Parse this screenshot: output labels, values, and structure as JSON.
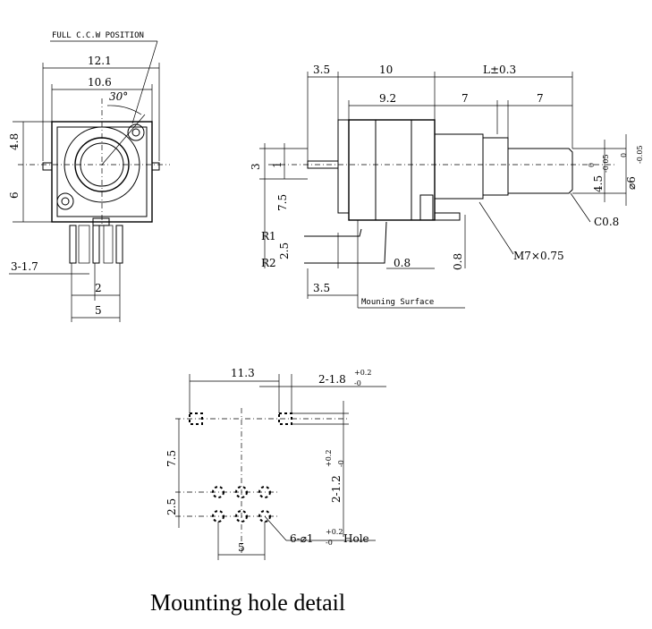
{
  "front_view": {
    "callout": "FULL C.C.W POSITION",
    "dim_width_outer": "12.1",
    "dim_width_inner": "10.6",
    "dim_angle": "30°",
    "dim_top": "4.8",
    "dim_bottom": "6",
    "dim_pin_pitch": "3-1.7",
    "dim_pin_2": "2",
    "dim_pin_5": "5"
  },
  "side_view": {
    "dim_3_5_top": "3.5",
    "dim_10": "10",
    "dim_L": "L±0.3",
    "dim_9_2": "9.2",
    "dim_7a": "7",
    "dim_7b": "7",
    "dim_3": "3",
    "dim_1": "1",
    "dim_7_5": "7.5",
    "label_R1": "R1",
    "label_R2": "R2",
    "dim_2_5": "2.5",
    "dim_0_8a": "0.8",
    "dim_0_8b": "0.8",
    "dim_3_5_bottom": "3.5",
    "mounting_surface": "Mouning Surface",
    "thread": "M7×0.75",
    "chamfer": "C0.8",
    "shaft_flat_main": "4.5",
    "shaft_flat_tol_top": "0",
    "shaft_flat_tol_bot": "-0.05",
    "shaft_dia_main": "⌀6",
    "shaft_dia_tol_top": "0",
    "shaft_dia_tol_bot": "-0.05"
  },
  "hole_detail": {
    "dim_11_3": "11.3",
    "slot_w_main": "2-1.8",
    "slot_w_tol_top": "+0.2",
    "slot_w_tol_bot": "-0",
    "dim_7_5": "7.5",
    "dim_2_5": "2.5",
    "slot_h_main": "2-1.2",
    "slot_h_tol_top": "+0.2",
    "slot_h_tol_bot": "-0",
    "dim_5": "5",
    "hole_main": "6-⌀1",
    "hole_tol_top": "+0.2",
    "hole_tol_bot": "-0",
    "hole_suffix": "Hole",
    "caption": "Mounting  hole  detail"
  }
}
